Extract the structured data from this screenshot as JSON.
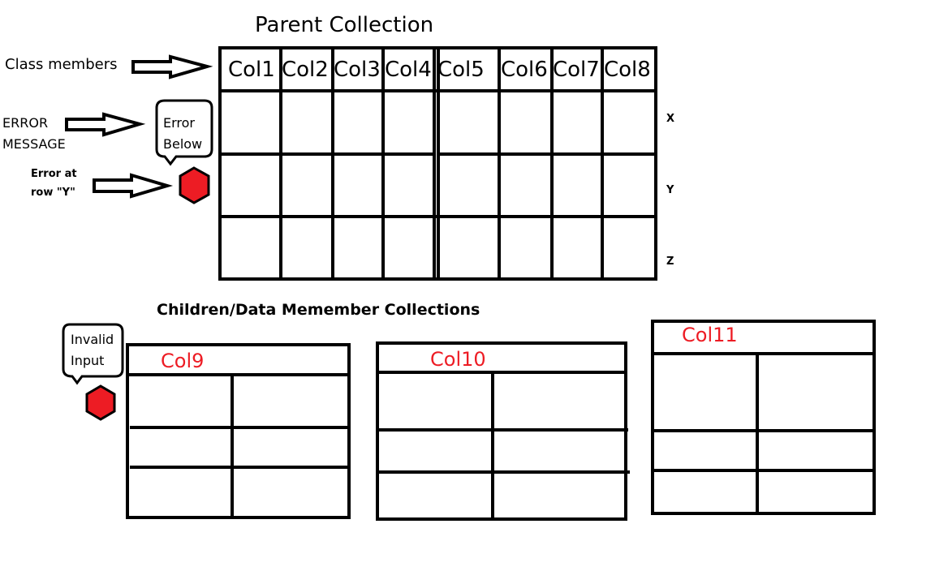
{
  "title": "Parent Collection",
  "labels": {
    "class_members": "Class members",
    "error_message": [
      "ERROR",
      "MESSAGE"
    ],
    "error_at_row": [
      "Error at",
      "row \"Y\""
    ],
    "children_title": "Children/Data Memember Collections"
  },
  "bubbles": {
    "error_below": [
      "Error",
      "Below"
    ],
    "invalid_input": [
      "Invalid",
      "Input"
    ]
  },
  "parent_table": {
    "columns": [
      "Col1",
      "Col2",
      "Col3",
      "Col4",
      "Col5",
      "Col6",
      "Col7",
      "Col8"
    ],
    "rows": [
      "X",
      "Y",
      "Z"
    ]
  },
  "child_tables": [
    {
      "header": "Col9"
    },
    {
      "header": "Col10"
    },
    {
      "header": "Col11"
    }
  ],
  "colors": {
    "error": "#ed1c24",
    "stroke": "#000000"
  }
}
